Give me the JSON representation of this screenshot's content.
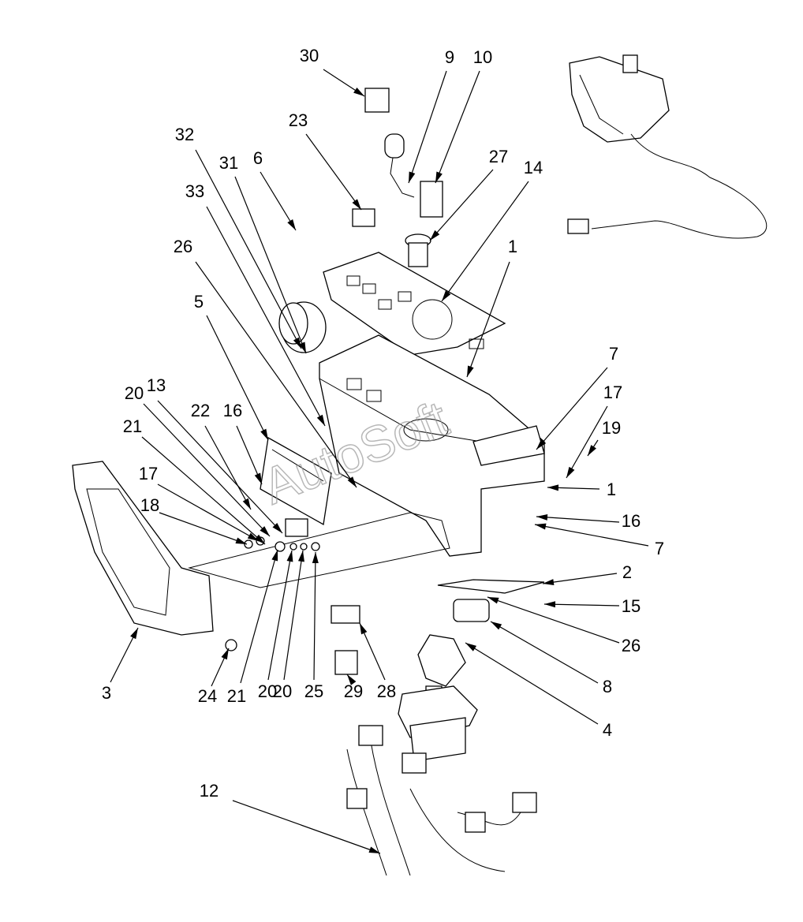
{
  "diagram": {
    "type": "exploded-parts-view",
    "watermark": "AutoSoft",
    "callouts": [
      {
        "id": "c30",
        "label": "30"
      },
      {
        "id": "c9",
        "label": "9"
      },
      {
        "id": "c10",
        "label": "10"
      },
      {
        "id": "c27",
        "label": "27"
      },
      {
        "id": "c14",
        "label": "14"
      },
      {
        "id": "c23",
        "label": "23"
      },
      {
        "id": "c32",
        "label": "32"
      },
      {
        "id": "c31",
        "label": "31"
      },
      {
        "id": "c6",
        "label": "6"
      },
      {
        "id": "c33",
        "label": "33"
      },
      {
        "id": "c26a",
        "label": "26"
      },
      {
        "id": "c5",
        "label": "5"
      },
      {
        "id": "c1a",
        "label": "1"
      },
      {
        "id": "c7a",
        "label": "7"
      },
      {
        "id": "c17a",
        "label": "17"
      },
      {
        "id": "c19",
        "label": "19"
      },
      {
        "id": "c1b",
        "label": "1"
      },
      {
        "id": "c16a",
        "label": "16"
      },
      {
        "id": "c7b",
        "label": "7"
      },
      {
        "id": "c2",
        "label": "2"
      },
      {
        "id": "c15",
        "label": "15"
      },
      {
        "id": "c26b",
        "label": "26"
      },
      {
        "id": "c8",
        "label": "8"
      },
      {
        "id": "c4",
        "label": "4"
      },
      {
        "id": "c20a",
        "label": "20"
      },
      {
        "id": "c13",
        "label": "13"
      },
      {
        "id": "c21a",
        "label": "21"
      },
      {
        "id": "c22",
        "label": "22"
      },
      {
        "id": "c16b",
        "label": "16"
      },
      {
        "id": "c17b",
        "label": "17"
      },
      {
        "id": "c18",
        "label": "18"
      },
      {
        "id": "c3",
        "label": "3"
      },
      {
        "id": "c24",
        "label": "24"
      },
      {
        "id": "c21b",
        "label": "21"
      },
      {
        "id": "c20b",
        "label": "20"
      },
      {
        "id": "c20c",
        "label": "20"
      },
      {
        "id": "c25",
        "label": "25"
      },
      {
        "id": "c29",
        "label": "29"
      },
      {
        "id": "c28",
        "label": "28"
      },
      {
        "id": "c12",
        "label": "12"
      }
    ]
  }
}
